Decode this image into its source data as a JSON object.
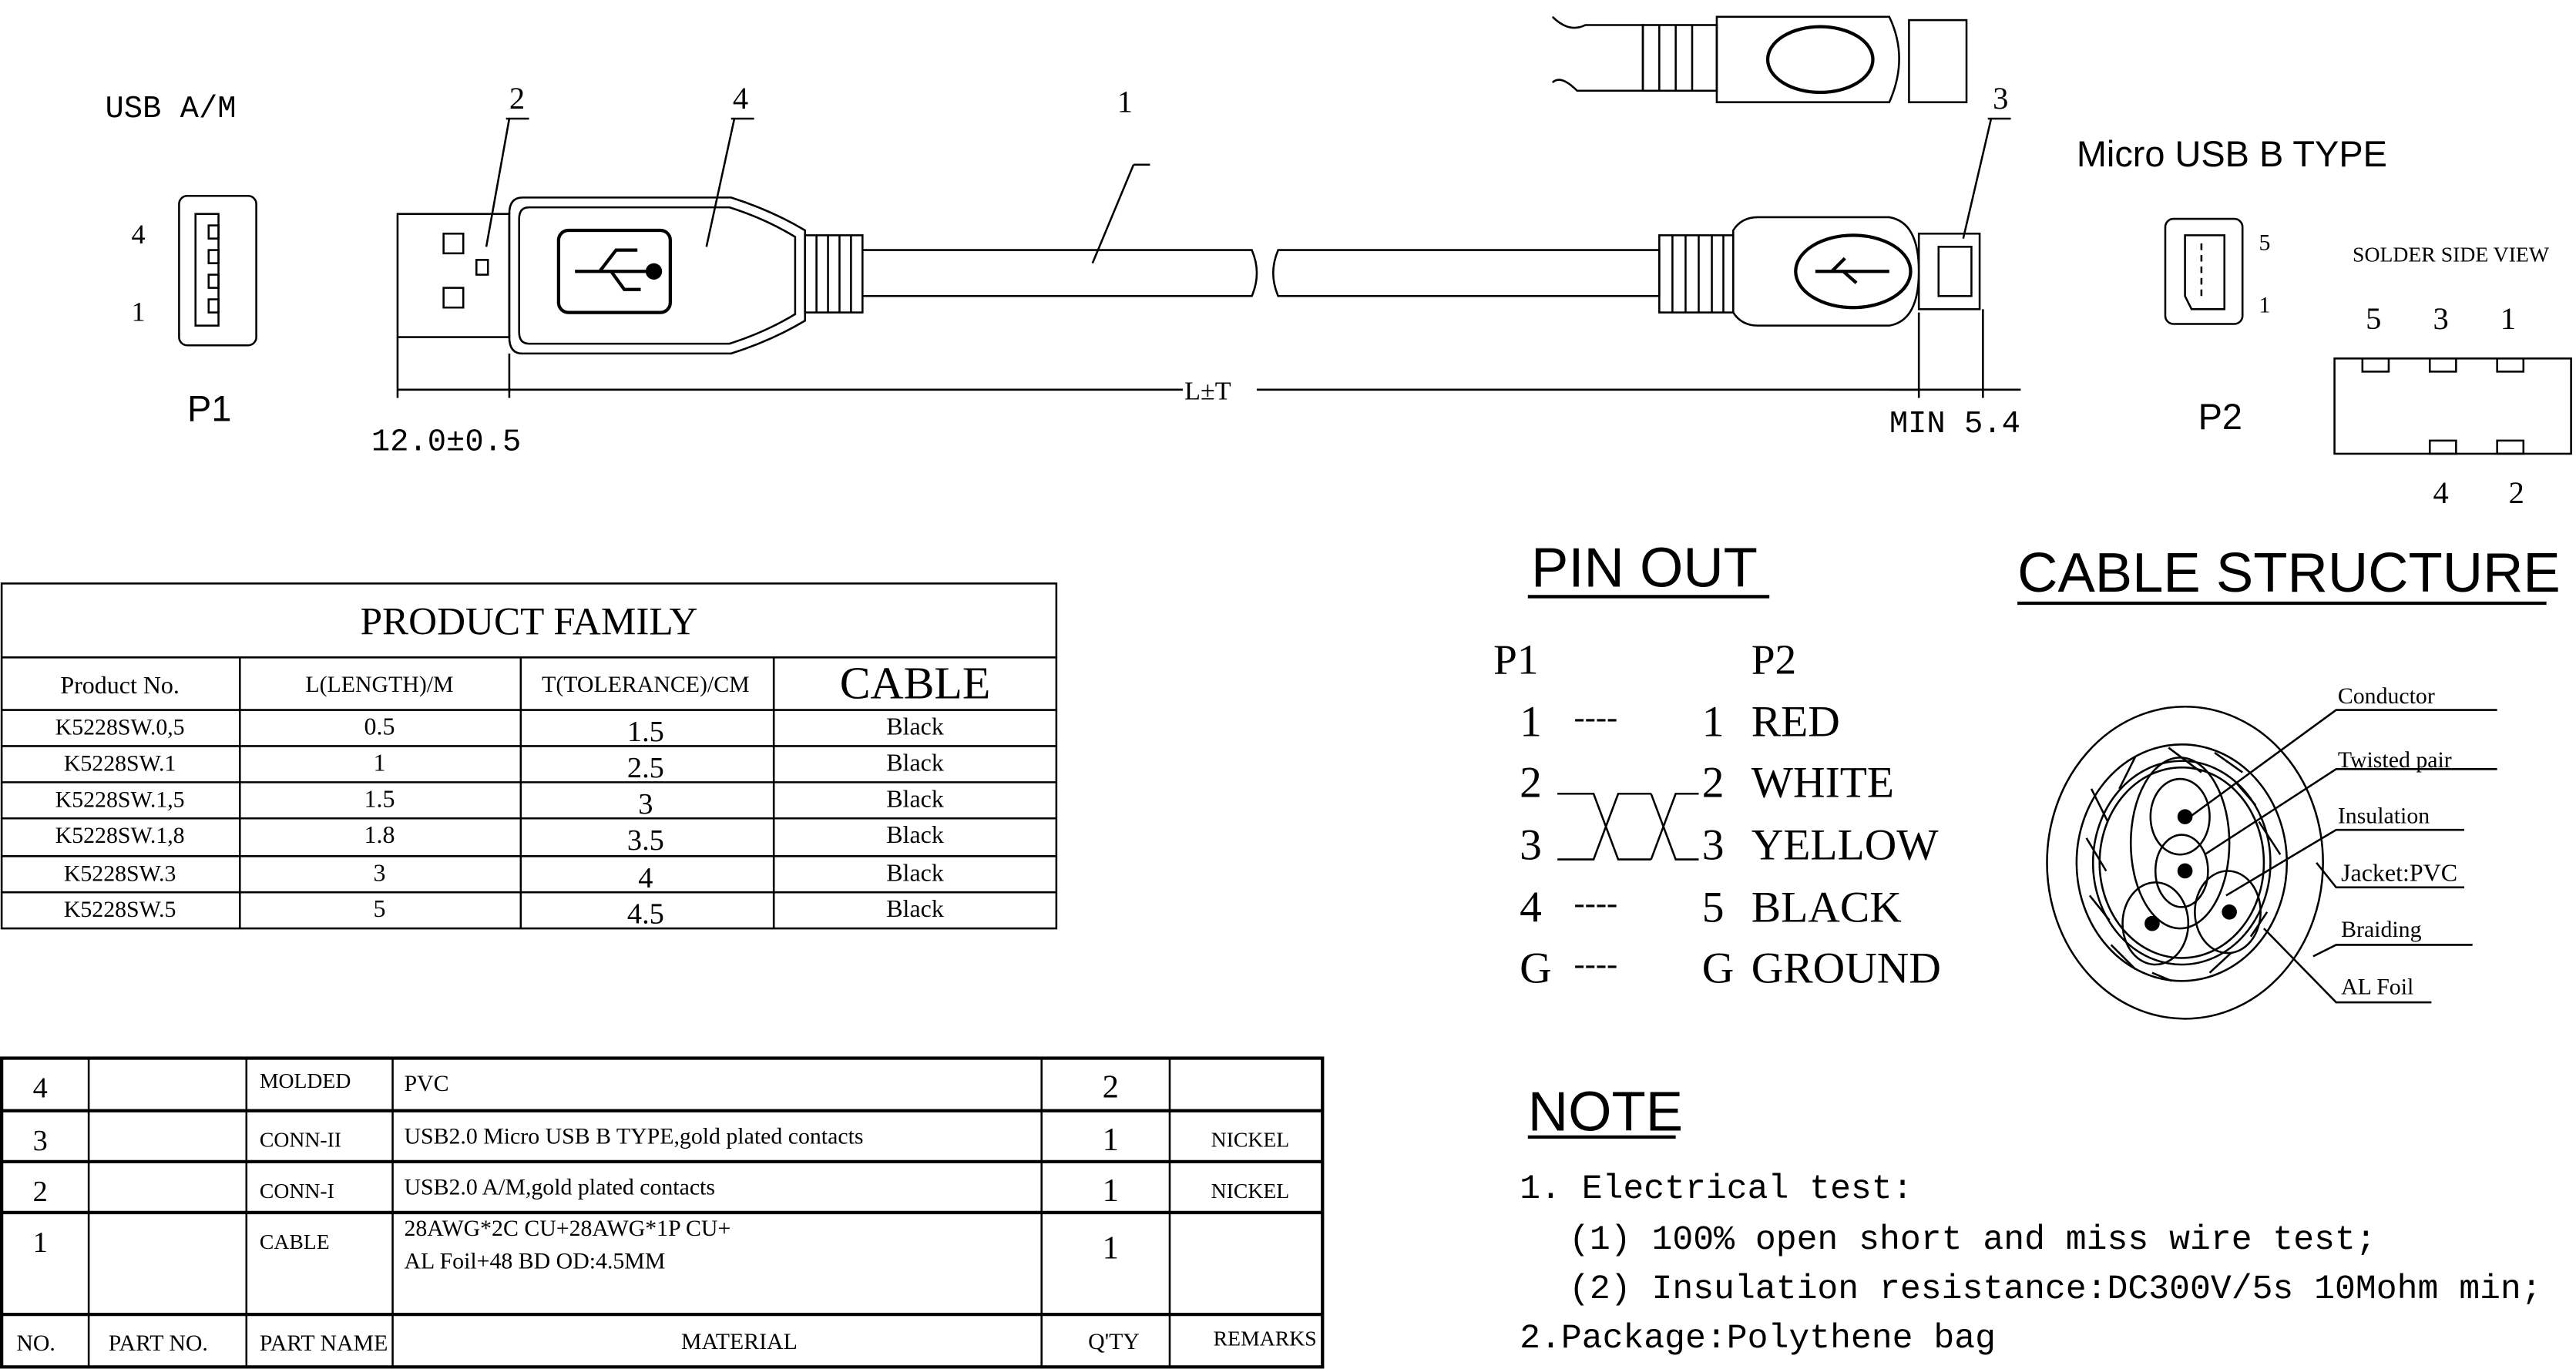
{
  "drawing": {
    "p1_type": "USB A/M",
    "p1_pin_top": "4",
    "p1_pin_bottom": "1",
    "p1_label": "P1",
    "callout_2": "2",
    "callout_4": "4",
    "callout_1": "1",
    "callout_3": "3",
    "dim_plug": "12.0±0.5",
    "dim_length": "L±T",
    "dim_min": "MIN 5.4",
    "p2_type": "Micro USB B TYPE",
    "p2_pin_top": "5",
    "p2_pin_bottom": "1",
    "p2_label": "P2",
    "solder_title": "SOLDER SIDE VIEW",
    "solder_top_pins": [
      "5",
      "3",
      "1"
    ],
    "solder_bottom_pins": [
      "4",
      "2"
    ]
  },
  "product_family": {
    "title": "PRODUCT FAMILY",
    "headers": [
      "Product No.",
      "L(LENGTH)/M",
      "T(TOLERANCE)/CM",
      "CABLE"
    ],
    "rows": [
      [
        "K5228SW.0,5",
        "0.5",
        "1.5",
        "Black"
      ],
      [
        "K5228SW.1",
        "1",
        "2.5",
        "Black"
      ],
      [
        "K5228SW.1,5",
        "1.5",
        "3",
        "Black"
      ],
      [
        "K5228SW.1,8",
        "1.8",
        "3.5",
        "Black"
      ],
      [
        "K5228SW.3",
        "3",
        "4",
        "Black"
      ],
      [
        "K5228SW.5",
        "5",
        "4.5",
        "Black"
      ]
    ]
  },
  "bom": {
    "rows": [
      {
        "no": "4",
        "part_no": "",
        "part_name": "MOLDED",
        "material": [
          "PVC"
        ],
        "qty": "2",
        "remarks": ""
      },
      {
        "no": "3",
        "part_no": "",
        "part_name": "CONN-II",
        "material": [
          "USB2.0 Micro USB B TYPE,gold plated contacts"
        ],
        "qty": "1",
        "remarks": "NICKEL"
      },
      {
        "no": "2",
        "part_no": "",
        "part_name": "CONN-I",
        "material": [
          "USB2.0 A/M,gold plated contacts"
        ],
        "qty": "1",
        "remarks": "NICKEL"
      },
      {
        "no": "1",
        "part_no": "",
        "part_name": "CABLE",
        "material": [
          "28AWG*2C CU+28AWG*1P CU+",
          "AL Foil+48 BD OD:4.5MM"
        ],
        "qty": "1",
        "remarks": ""
      }
    ],
    "headers": [
      "NO.",
      "PART NO.",
      "PART NAME",
      "MATERIAL",
      "Q'TY",
      "REMARKS"
    ]
  },
  "pinout": {
    "title": "PIN OUT",
    "p1": "P1",
    "p2": "P2",
    "rows": [
      {
        "a": "1",
        "b": "1",
        "color": "RED",
        "link": "----"
      },
      {
        "a": "2",
        "b": "2",
        "color": "WHITE",
        "link": ""
      },
      {
        "a": "3",
        "b": "3",
        "color": "YELLOW",
        "link": ""
      },
      {
        "a": "4",
        "b": "5",
        "color": "BLACK",
        "link": "----"
      },
      {
        "a": "G",
        "b": "G",
        "color": "GROUND",
        "link": "----"
      }
    ]
  },
  "cable_structure": {
    "title": "CABLE STRUCTURE",
    "labels": [
      "Conductor",
      "Twisted pair",
      "Insulation",
      "Jacket:PVC",
      "Braiding",
      "AL Foil"
    ]
  },
  "note": {
    "title": "NOTE",
    "lines": [
      "1. Electrical test:",
      "(1) 100% open short and miss wire test;",
      "(2) Insulation resistance:DC300V/5s 10Mohm min;",
      "2.Package:Polythene bag"
    ]
  }
}
